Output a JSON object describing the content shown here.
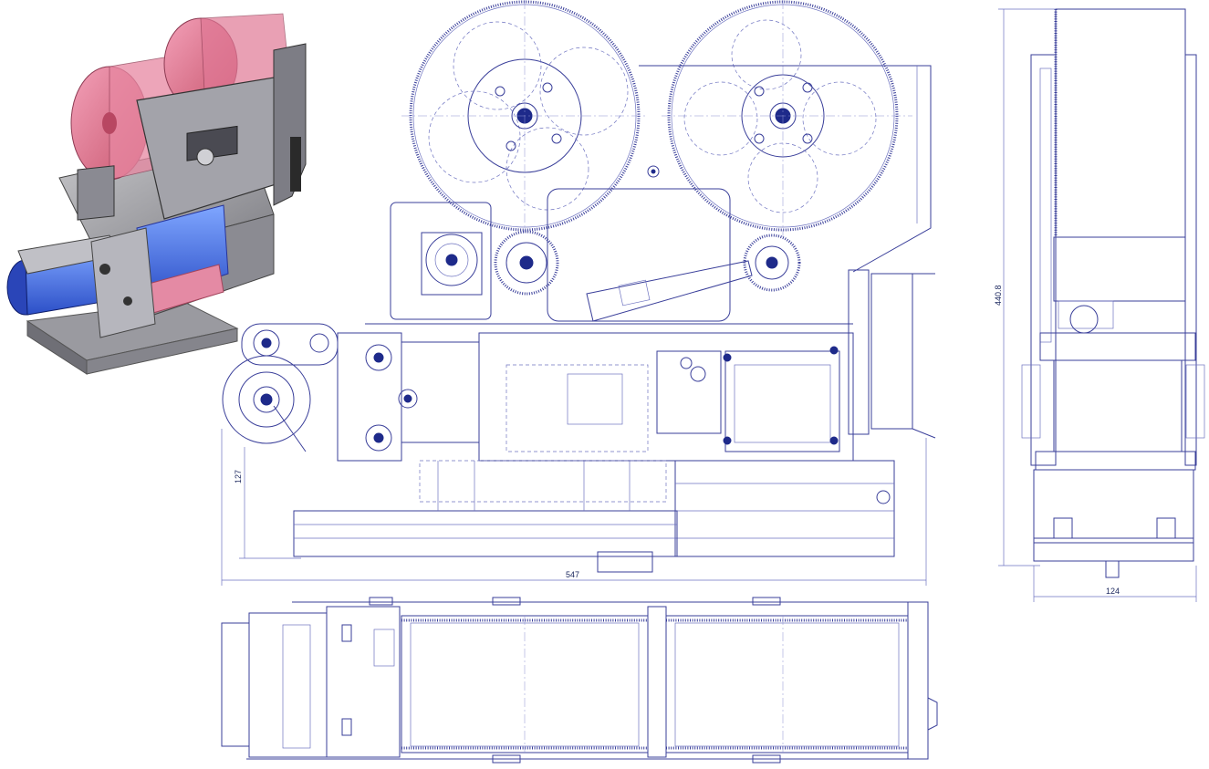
{
  "dimensions": {
    "overall_length": "547",
    "height_lower": "127",
    "side_height": "440.8",
    "side_width": "124"
  }
}
